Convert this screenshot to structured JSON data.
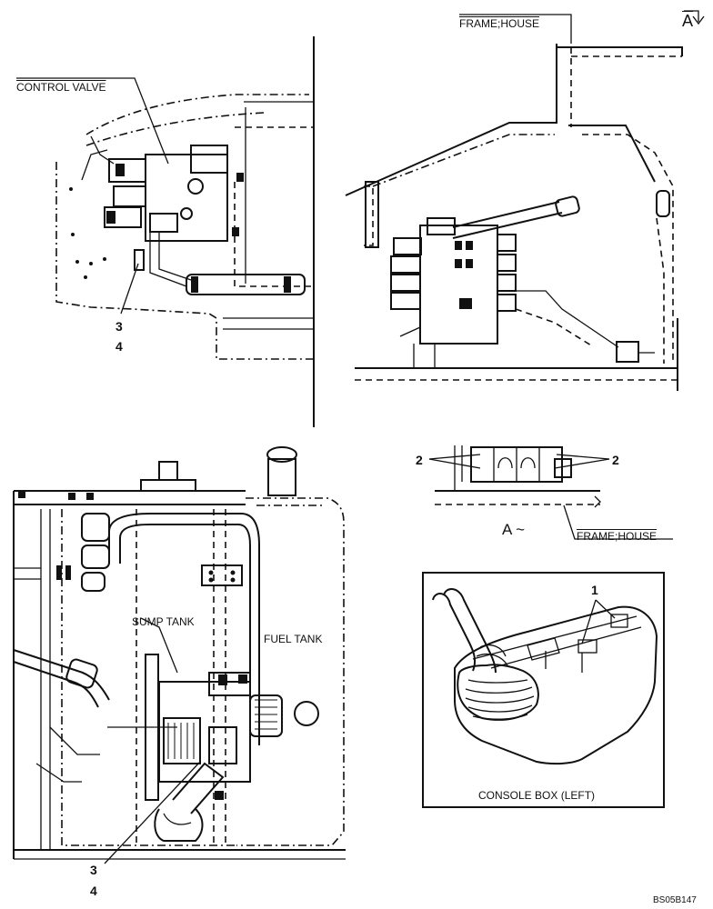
{
  "labels": {
    "control_valve": "CONTROL VALVE",
    "frame_house_top": "FRAME;HOUSE",
    "view_a_marker": "A",
    "frame_house_bottom": "FRAME;HOUSE",
    "view_a_caption": "A ~",
    "sump_tank": "SUMP TANK",
    "fuel_tank": "FUEL TANK",
    "console_box": "CONSOLE BOX (LEFT)",
    "drawing_code": "BS05B147"
  },
  "callouts": {
    "top_left_3": "3",
    "top_left_4": "4",
    "view_a_2_left": "2",
    "view_a_2_right": "2",
    "console_1": "1",
    "bottom_3": "3",
    "bottom_4": "4"
  }
}
